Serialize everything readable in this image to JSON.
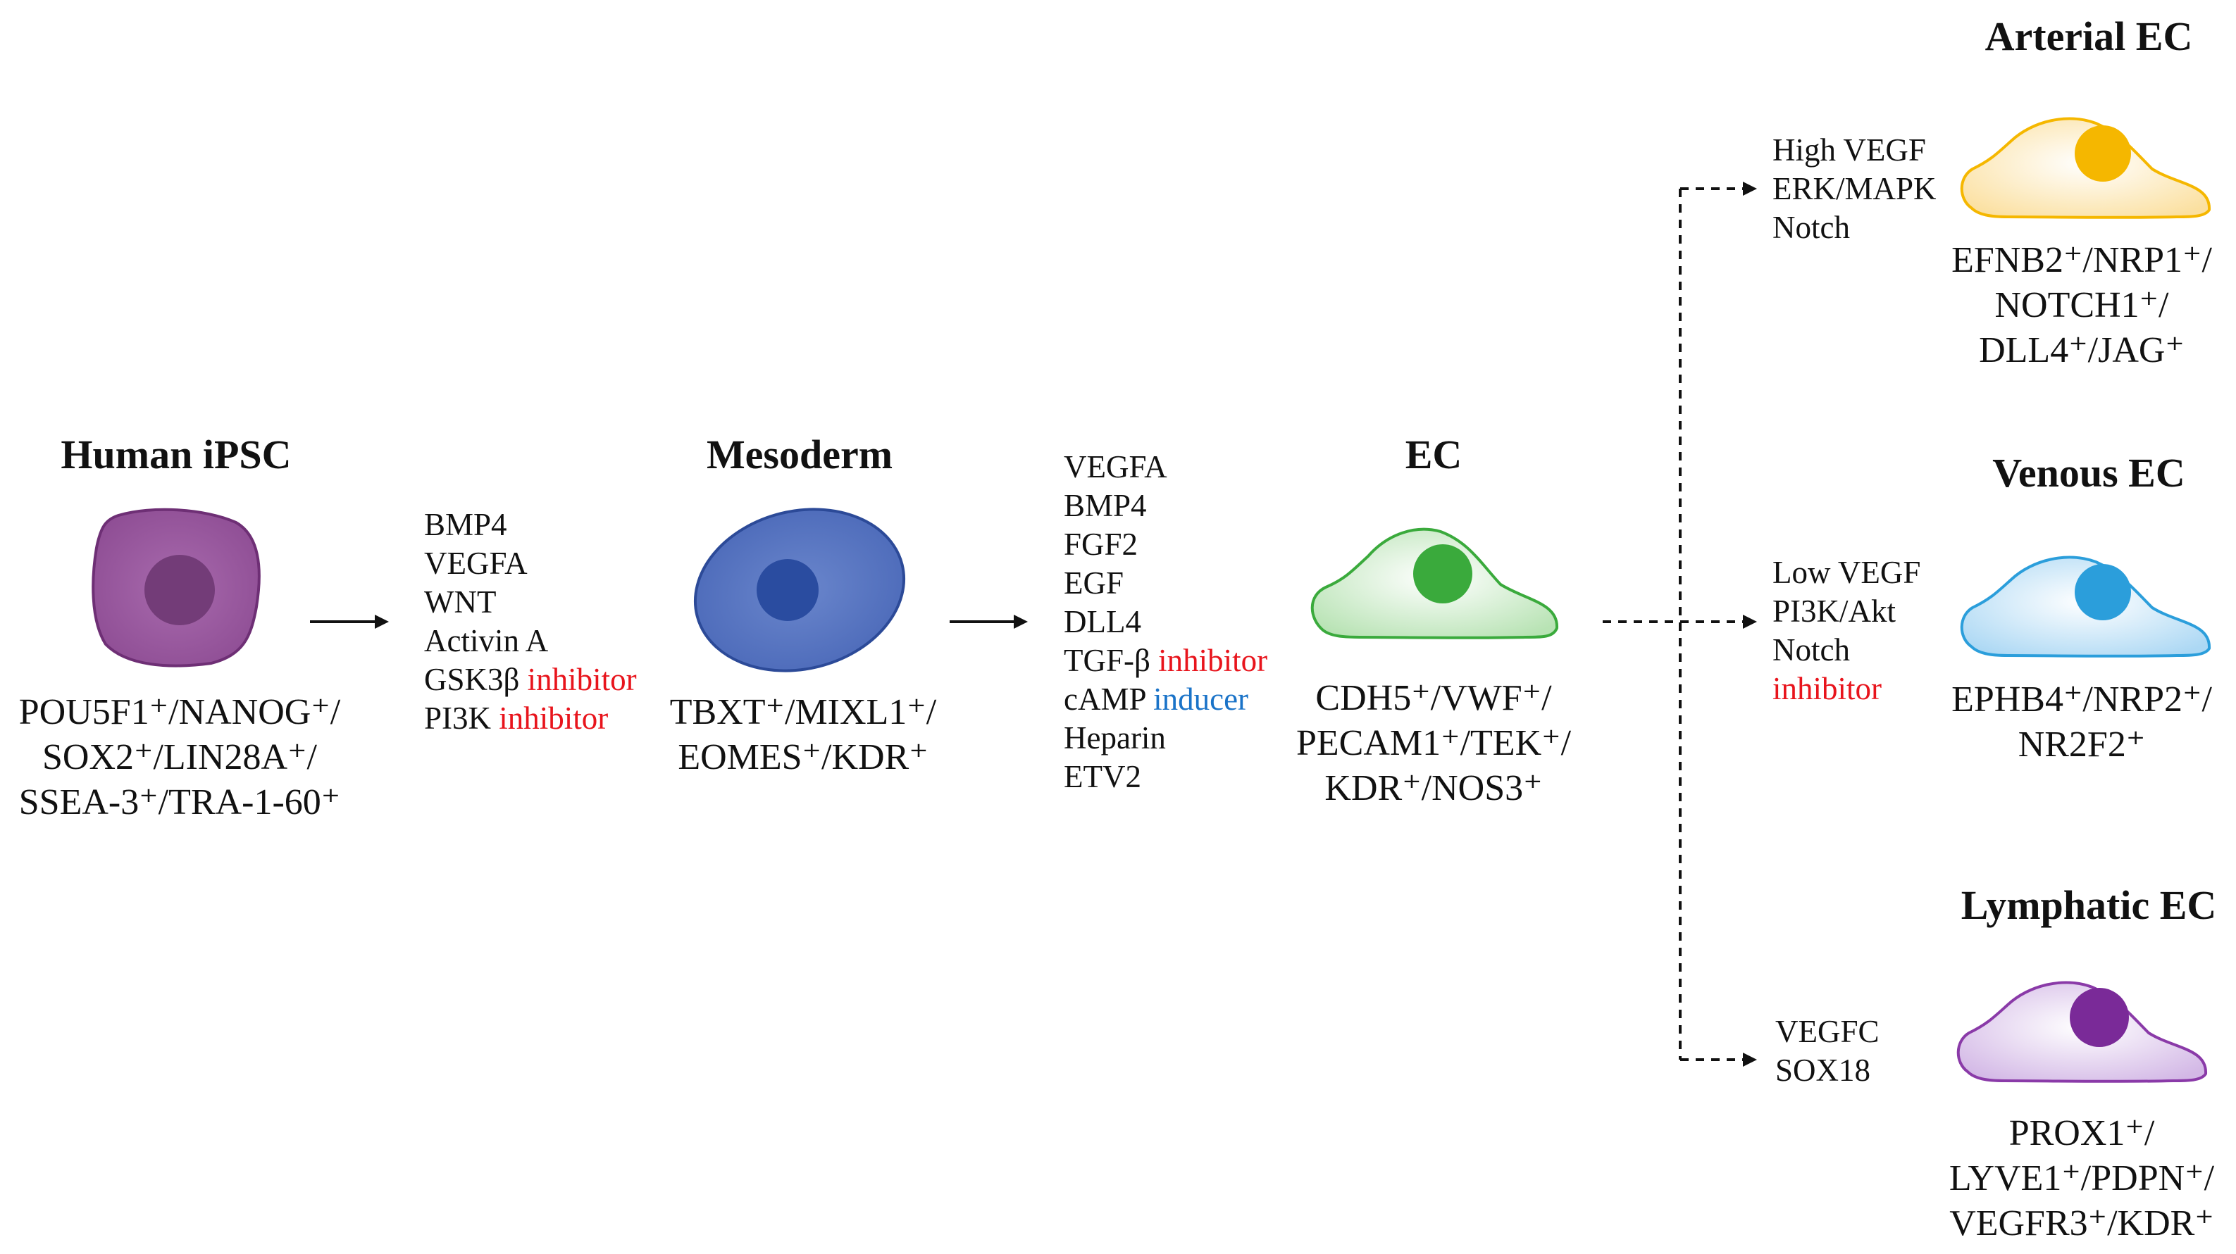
{
  "stages": {
    "ipsc": {
      "title": "Human iPSC",
      "markers": [
        "POU5F1⁺/NANOG⁺/",
        "SOX2⁺/LIN28A⁺/",
        "SSEA-3⁺/TRA-1-60⁺"
      ],
      "color": "#8e4d94"
    },
    "mesoderm": {
      "title": "Mesoderm",
      "markers": [
        "TBXT⁺/MIXL1⁺/",
        "EOMES⁺/KDR⁺"
      ],
      "color": "#4a68b8"
    },
    "ec": {
      "title": "EC",
      "markers": [
        "CDH5⁺/VWF⁺/",
        "PECAM1⁺/TEK⁺/",
        "KDR⁺/NOS3⁺"
      ],
      "color": "#3aaa3c"
    },
    "arterial": {
      "title": "Arterial EC",
      "markers": [
        "EFNB2⁺/NRP1⁺/",
        "NOTCH1⁺/",
        "DLL4⁺/JAG⁺"
      ],
      "color": "#f5b700"
    },
    "venous": {
      "title": "Venous EC",
      "markers": [
        "EPHB4⁺/NRP2⁺/",
        "NR2F2⁺"
      ],
      "color": "#2b9edb"
    },
    "lymphatic": {
      "title": "Lymphatic EC",
      "markers": [
        "PROX1⁺/",
        "LYVE1⁺/PDPN⁺/",
        "VEGFR3⁺/KDR⁺"
      ],
      "color": "#8a3aa8"
    }
  },
  "factors": {
    "ipsc_to_mesoderm": {
      "plain": [
        "BMP4",
        "VEGFA",
        "WNT",
        "Activin A"
      ],
      "gsk": "GSK3β",
      "pi3k": "PI3K",
      "inhibitor": "inhibitor"
    },
    "mesoderm_to_ec": {
      "top": [
        "VEGFA",
        "BMP4",
        "FGF2",
        "EGF",
        "DLL4"
      ],
      "tgf": "TGF-β",
      "camp": "cAMP",
      "inhibitor": "inhibitor",
      "inducer": "inducer",
      "bottom": [
        "Heparin",
        "ETV2"
      ]
    },
    "to_arterial": [
      "High VEGF",
      "ERK/MAPK",
      "Notch"
    ],
    "to_venous": {
      "lines": [
        "Low VEGF",
        "PI3K/Akt",
        "Notch"
      ],
      "inhibitor": "inhibitor"
    },
    "to_lymphatic": [
      "VEGFC",
      "SOX18"
    ]
  }
}
